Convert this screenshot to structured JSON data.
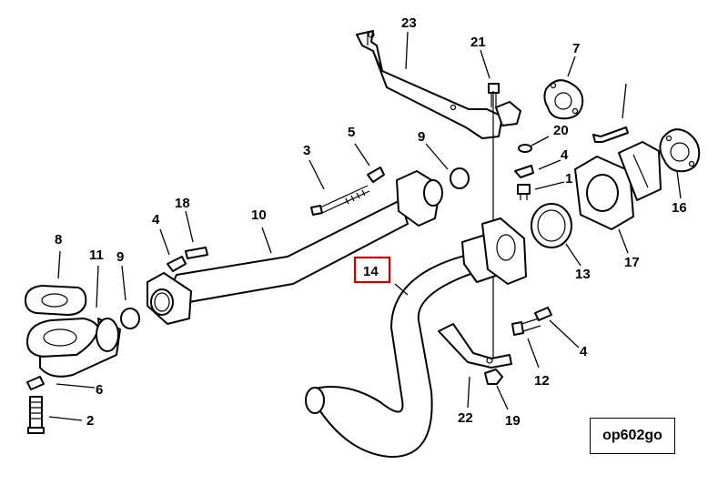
{
  "diagram": {
    "reference_code": "op602go",
    "highlighted_callout": "14",
    "highlight_color": "#cc0000",
    "callouts": {
      "c1": "1",
      "c2": "2",
      "c3": "3",
      "c4a": "4",
      "c4b": "4",
      "c4c": "4",
      "c5": "5",
      "c6": "6",
      "c7": "7",
      "c8": "8",
      "c9a": "9",
      "c9b": "9",
      "c10": "10",
      "c11": "11",
      "c12": "12",
      "c13": "13",
      "c14": "14",
      "c16": "16",
      "c17": "17",
      "c18": "18",
      "c19": "19",
      "c20": "20",
      "c21": "21",
      "c22": "22",
      "c23": "23"
    }
  }
}
